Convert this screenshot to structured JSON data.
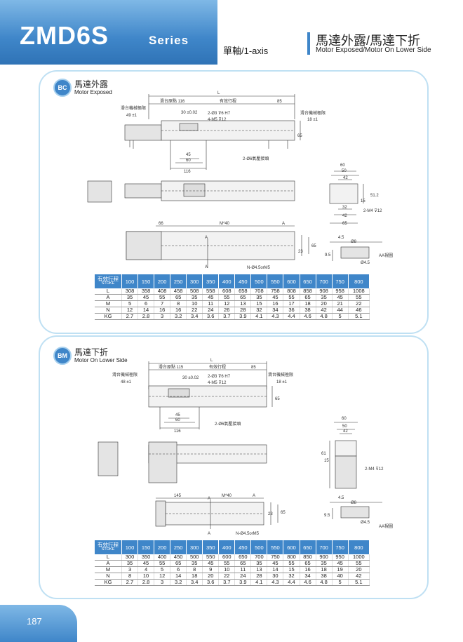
{
  "header": {
    "model": "ZMD6S",
    "series_label": "Series",
    "axis_label": "單軸/1-axis",
    "title_zh": "馬達外露/馬達下折",
    "title_en": "Motor Exposed/Motor On Lower Side"
  },
  "sections": [
    {
      "badge": "BC",
      "title_zh": "馬達外露",
      "title_en": "Motor Exposed",
      "dims": {
        "L": "L",
        "origin": "滑台原點 116",
        "stroke": "有效行程",
        "end": "85",
        "limit_left": "滑台機械極限",
        "limit_left_val": "49 ±1",
        "limit_right": "滑台機械極限",
        "limit_right_val": "18 ±1",
        "tol": "30 ±0.02",
        "hole1": "2-Ø3 ⊽6 H7",
        "hole2": "4-M5 ⊽12",
        "d45": "45",
        "d60": "60",
        "d116": "116",
        "d65": "65",
        "air": "2-Ø6氣壓接頭",
        "e60": "60",
        "e50": "50",
        "e42": "42",
        "e15": "15",
        "e51": "51.2",
        "e32": "32",
        "e42b": "42",
        "e65": "65",
        "m4": "2-M4 ⊽12",
        "d66": "66",
        "m40": "M*40",
        "A": "A",
        "A1": "A",
        "A2": "A",
        "d23": "23",
        "d65b": "65",
        "d95": "9.5",
        "nhole": "N-Ø4.5orM5",
        "d45b": "4.5",
        "d8": "Ø8",
        "d45c": "Ø4.5",
        "aa": "AA視圖"
      }
    },
    {
      "badge": "BM",
      "title_zh": "馬達下折",
      "title_en": "Motor On Lower Side",
      "dims": {
        "L": "L",
        "origin": "滑台原點 115",
        "stroke": "有效行程",
        "end": "85",
        "limit_left": "滑台機械極限",
        "limit_left_val": "48 ±1",
        "limit_right": "滑台機械極限",
        "limit_right_val": "18 ±1",
        "tol": "30 ±0.02",
        "hole1": "2-Ø3 ⊽6 H7",
        "hole2": "4-M5 ⊽12",
        "d45": "45",
        "d60": "60",
        "d116": "116",
        "d65": "65",
        "air": "2-Ø6氣壓接頭",
        "e60": "60",
        "e50": "50",
        "e42": "42",
        "e61": "61",
        "e15": "15",
        "m4": "2-M4 ⊽12",
        "d145": "145",
        "m40": "M*40",
        "A": "A",
        "A1": "A",
        "A2": "A",
        "d23": "23",
        "d65b": "65",
        "d95": "9.5",
        "nhole": "N-Ø4.5orM5",
        "d45b": "4.5",
        "d8": "Ø8",
        "d45c": "Ø4.5",
        "aa": "AA視圖"
      }
    }
  ],
  "tables": [
    {
      "header_zh": "有效行程",
      "header_en": "STOKE",
      "strokes": [
        "100",
        "150",
        "200",
        "250",
        "300",
        "350",
        "400",
        "450",
        "500",
        "550",
        "600",
        "650",
        "700",
        "750",
        "800"
      ],
      "rows": [
        {
          "label": "L",
          "values": [
            "308",
            "358",
            "408",
            "458",
            "508",
            "558",
            "608",
            "658",
            "708",
            "758",
            "808",
            "858",
            "908",
            "958",
            "1008"
          ]
        },
        {
          "label": "A",
          "values": [
            "35",
            "45",
            "55",
            "65",
            "35",
            "45",
            "55",
            "65",
            "35",
            "45",
            "55",
            "65",
            "35",
            "45",
            "55"
          ]
        },
        {
          "label": "M",
          "values": [
            "5",
            "6",
            "7",
            "8",
            "10",
            "11",
            "12",
            "13",
            "15",
            "16",
            "17",
            "18",
            "20",
            "21",
            "22"
          ]
        },
        {
          "label": "N",
          "values": [
            "12",
            "14",
            "16",
            "16",
            "22",
            "24",
            "26",
            "28",
            "32",
            "34",
            "36",
            "38",
            "42",
            "44",
            "46"
          ]
        },
        {
          "label": "KG",
          "values": [
            "2.7",
            "2.8",
            "3",
            "3.2",
            "3.4",
            "3.6",
            "3.7",
            "3.9",
            "4.1",
            "4.3",
            "4.4",
            "4.6",
            "4.8",
            "5",
            "5.1"
          ]
        }
      ]
    },
    {
      "header_zh": "有效行程",
      "header_en": "STOKE",
      "strokes": [
        "100",
        "150",
        "200",
        "250",
        "300",
        "350",
        "400",
        "450",
        "500",
        "550",
        "600",
        "650",
        "700",
        "750",
        "800"
      ],
      "rows": [
        {
          "label": "L",
          "values": [
            "300",
            "350",
            "400",
            "450",
            "500",
            "550",
            "600",
            "650",
            "700",
            "750",
            "800",
            "850",
            "900",
            "950",
            "1000"
          ]
        },
        {
          "label": "A",
          "values": [
            "35",
            "45",
            "55",
            "65",
            "35",
            "45",
            "55",
            "65",
            "35",
            "45",
            "55",
            "65",
            "35",
            "45",
            "55"
          ]
        },
        {
          "label": "M",
          "values": [
            "3",
            "4",
            "5",
            "6",
            "8",
            "9",
            "10",
            "11",
            "13",
            "14",
            "15",
            "16",
            "18",
            "19",
            "20"
          ]
        },
        {
          "label": "N",
          "values": [
            "8",
            "10",
            "12",
            "14",
            "18",
            "20",
            "22",
            "24",
            "28",
            "30",
            "32",
            "34",
            "38",
            "40",
            "42"
          ]
        },
        {
          "label": "KG",
          "values": [
            "2.7",
            "2.8",
            "3",
            "3.2",
            "3.4",
            "3.6",
            "3.7",
            "3.9",
            "4.1",
            "4.3",
            "4.4",
            "4.6",
            "4.8",
            "5",
            "5.1"
          ]
        }
      ]
    }
  ],
  "page_number": "187",
  "colors": {
    "accent": "#3f86c9",
    "panel_border": "#bfe0f3"
  }
}
